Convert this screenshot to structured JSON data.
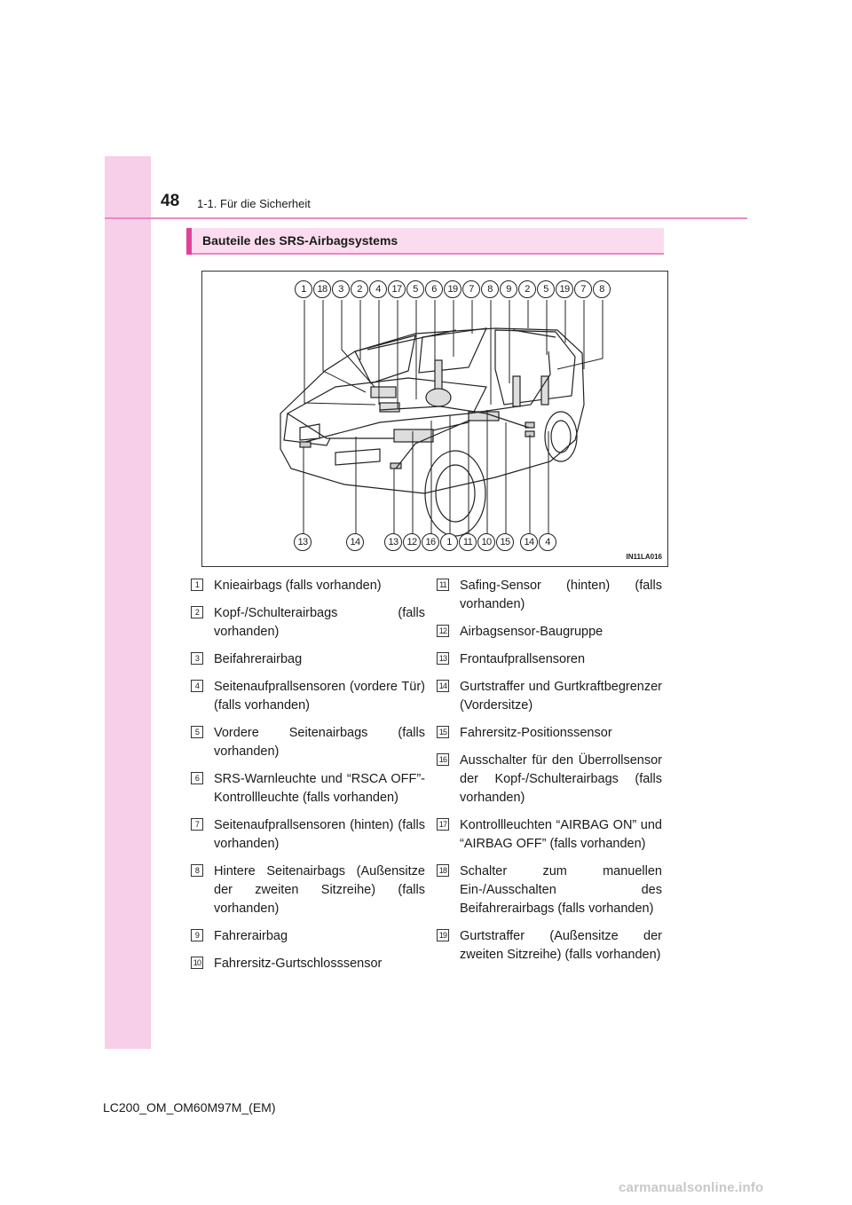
{
  "header": {
    "page_number": "48",
    "chapter": "1-1. Für die Sicherheit"
  },
  "section": {
    "title": "Bauteile des SRS-Airbagsystems"
  },
  "figure": {
    "code": "IN11LA016",
    "top_callouts": [
      "1",
      "18",
      "3",
      "2",
      "4",
      "17",
      "5",
      "6",
      "19",
      "7",
      "8",
      "9",
      "2",
      "5",
      "19",
      "7",
      "8"
    ],
    "bottom_left_callouts": [
      "13",
      "14"
    ],
    "bottom_right_callouts": [
      "13",
      "12",
      "16",
      "1",
      "11",
      "10",
      "15",
      "14",
      "4"
    ]
  },
  "legend": {
    "left": [
      {
        "num": "1",
        "text": "Knieairbags (falls vorhanden)"
      },
      {
        "num": "2",
        "text": "Kopf-/Schulterairbags (falls vorhanden)"
      },
      {
        "num": "3",
        "text": "Beifahrerairbag"
      },
      {
        "num": "4",
        "text": "Seitenaufprallsensoren (vordere Tür) (falls vorhanden)"
      },
      {
        "num": "5",
        "text": "Vordere Seitenairbags (falls vorhanden)"
      },
      {
        "num": "6",
        "text": "SRS-Warnleuchte und “RSCA OFF”-Kontrollleuchte (falls vorhanden)"
      },
      {
        "num": "7",
        "text": "Seitenaufprallsensoren (hinten) (falls vorhanden)"
      },
      {
        "num": "8",
        "text": "Hintere Seitenairbags (Außensitze der zweiten Sitzreihe) (falls vorhanden)"
      },
      {
        "num": "9",
        "text": "Fahrerairbag"
      },
      {
        "num": "10",
        "text": "Fahrersitz-Gurtschlosssensor"
      }
    ],
    "right": [
      {
        "num": "11",
        "text": "Safing-Sensor (hinten) (falls vorhanden)"
      },
      {
        "num": "12",
        "text": "Airbagsensor-Baugruppe"
      },
      {
        "num": "13",
        "text": "Frontaufprallsensoren"
      },
      {
        "num": "14",
        "text": "Gurtstraffer und Gurtkraftbegrenzer (Vordersitze)"
      },
      {
        "num": "15",
        "text": "Fahrersitz-Positionssensor"
      },
      {
        "num": "16",
        "text": "Ausschalter für den Überrollsensor der Kopf-/Schulterairbags (falls vorhanden)"
      },
      {
        "num": "17",
        "text": "Kontrollleuchten “AIRBAG ON” und “AIRBAG OFF” (falls vorhanden)"
      },
      {
        "num": "18",
        "text": "Schalter zum manuellen Ein-/Ausschalten des Beifahrerairbags (falls vorhanden)"
      },
      {
        "num": "19",
        "text": "Gurtstraffer (Außensitze der zweiten Sitzreihe) (falls vorhanden)"
      }
    ]
  },
  "footer": {
    "doc_id": "LC200_OM_OM60M97M_(EM)"
  },
  "watermark": "carmanualsonline.info",
  "colors": {
    "sidebar": "#f7cfe8",
    "accent": "#e0429a",
    "section_bg": "#fbdcef"
  }
}
